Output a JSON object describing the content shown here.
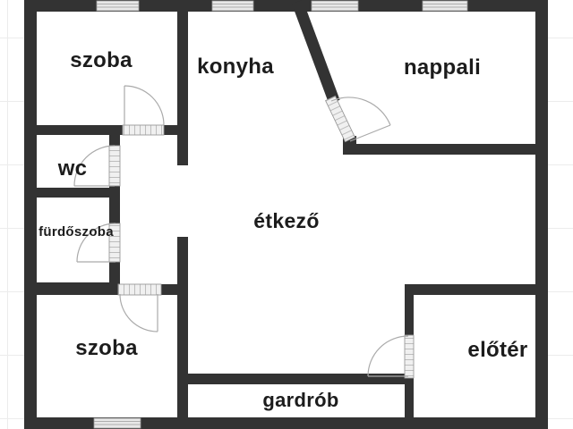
{
  "plan": {
    "rooms": [
      {
        "id": "szoba-top",
        "label": "szoba"
      },
      {
        "id": "konyha",
        "label": "konyha"
      },
      {
        "id": "nappali",
        "label": "nappali"
      },
      {
        "id": "wc",
        "label": "wc"
      },
      {
        "id": "furdoszoba",
        "label": "fürdőszoba"
      },
      {
        "id": "etkezo",
        "label": "étkező"
      },
      {
        "id": "szoba-bottom",
        "label": "szoba"
      },
      {
        "id": "eloter",
        "label": "előtér"
      },
      {
        "id": "gardrob",
        "label": "gardrób"
      }
    ]
  },
  "colors": {
    "wall": "#333333",
    "bg": "#ffffff",
    "grid": "#ececec",
    "window": "#e8e8e8",
    "sill": "#f0f0f0",
    "line": "#9a9a9a",
    "door": "#aaaaaa",
    "label": "#1c1c1c"
  }
}
